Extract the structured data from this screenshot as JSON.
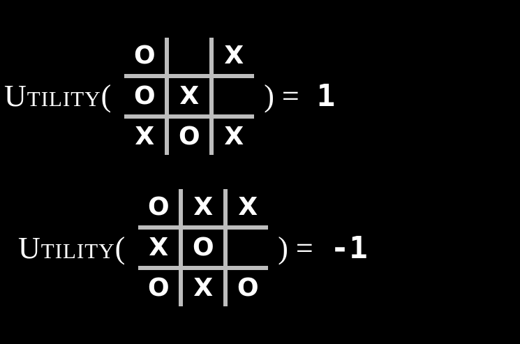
{
  "slide": {
    "background_color": "#000000",
    "text_color": "#ffffff",
    "grid_color": "#bdbdbd"
  },
  "rows": [
    {
      "label": "Utility(",
      "close": ") = ",
      "value": "1",
      "board": [
        [
          "O",
          "",
          "X"
        ],
        [
          "O",
          "X",
          ""
        ],
        [
          "X",
          "O",
          "X"
        ]
      ]
    },
    {
      "label": "Utility(",
      "close": ") = ",
      "value": "-1",
      "board": [
        [
          "O",
          "X",
          "X"
        ],
        [
          "X",
          "O",
          ""
        ],
        [
          "O",
          "X",
          "O"
        ]
      ]
    }
  ]
}
